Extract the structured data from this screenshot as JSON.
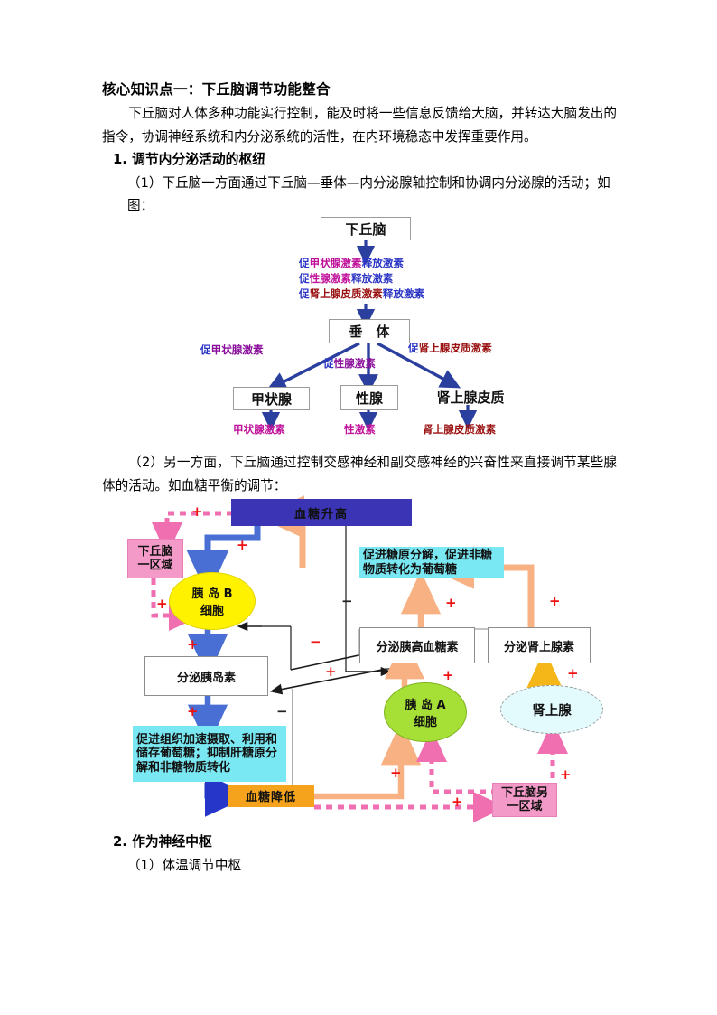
{
  "document": {
    "heading": "核心知识点一：下丘脑调节功能整合",
    "intro": "下丘脑对人体多种功能实行控制，能及时将一些信息反馈给大脑，并转达大脑发出的指令，协调神经系统和内分泌系统的活性，在内环境稳态中发挥重要作用。",
    "section1_title": "1. 调节内分泌活动的枢纽",
    "section1_item1": "（1）下丘脑一方面通过下丘脑—垂体—内分泌腺轴控制和协调内分泌腺的活动；如图：",
    "section1_item2": "（2）另一方面，下丘脑通过控制交感神经和副交感神经的兴奋性来直接调节某些腺体的活动。如血糖平衡的调节：",
    "section2_title": "2. 作为神经中枢",
    "section2_item1": "（1）体温调节中枢"
  },
  "diagram1": {
    "nodes": {
      "hypothalamus": "下丘脑",
      "pituitary": "垂　体",
      "thyroid": "甲状腺",
      "gonad": "性腺",
      "adrenal_cortex": "肾上腺皮质"
    },
    "releasing_hormones": [
      {
        "prefix": "促",
        "mid": "甲状腺激素",
        "suffix": "释放激素"
      },
      {
        "prefix": "促",
        "mid": "性腺激素",
        "suffix": "释放激素"
      },
      {
        "prefix": "促",
        "mid": "肾上腺皮质激素",
        "suffix": "释放激素"
      }
    ],
    "tropic_hormones": {
      "thyroid": {
        "prefix": "促",
        "mid": "甲状腺激素"
      },
      "gonad": {
        "prefix": "促",
        "mid": "性腺激素"
      },
      "adrenal": {
        "prefix": "促",
        "mid": "肾上腺皮质激素"
      }
    },
    "end_hormones": {
      "thyroid": "甲状腺激素",
      "gonad": "性激素",
      "adrenal": "肾上腺皮质激素"
    },
    "colors": {
      "arrow": "#2b3f9e",
      "blue_text": "#2b35c4",
      "magenta_text": "#c0119b",
      "purple_text": "#8a0f9b",
      "dark_red_text": "#9a1111"
    }
  },
  "diagram2": {
    "nodes": {
      "glucose_high": "血糖升高",
      "glucose_low": "血糖降低",
      "hypothalamus_region1": "下丘脑\n一区域",
      "hypothalamus_region2": "下丘脑另\n一区域",
      "islet_b": "胰 岛 B\n细胞",
      "islet_a": "胰 岛 A\n细胞",
      "adrenal_gland": "肾上腺",
      "secrete_insulin": "分泌胰岛素",
      "secrete_glucagon": "分泌胰高血糖素",
      "secrete_adrenaline": "分泌肾上腺素",
      "insulin_effect": "促进组织加速摄取、利用和储存葡萄糖；抑制肝糖原分解和非糖物质转化",
      "glucagon_effect": "促进糖原分解，促进非糖物质转化为葡萄糖"
    },
    "signs": {
      "plus": "+",
      "minus": "−"
    },
    "colors": {
      "glucose_high_bg": "#3b34b5",
      "glucose_high_text": "#ffe44d",
      "glucose_low_bg": "#f5a31c",
      "glucose_low_text": "#6a1ab0",
      "pink_box": "#f49ac8",
      "cyan_box": "#79e8f2",
      "islet_b": "#fff200",
      "islet_a": "#a6e036",
      "adrenal": "#e3fbfd",
      "blue_arrow": "#4a6fd4",
      "orange_arrow": "#f7b183",
      "pink_arrow": "#f06fb0",
      "gold_arrow": "#f5b617",
      "plus_sign": "#ee1111"
    }
  }
}
